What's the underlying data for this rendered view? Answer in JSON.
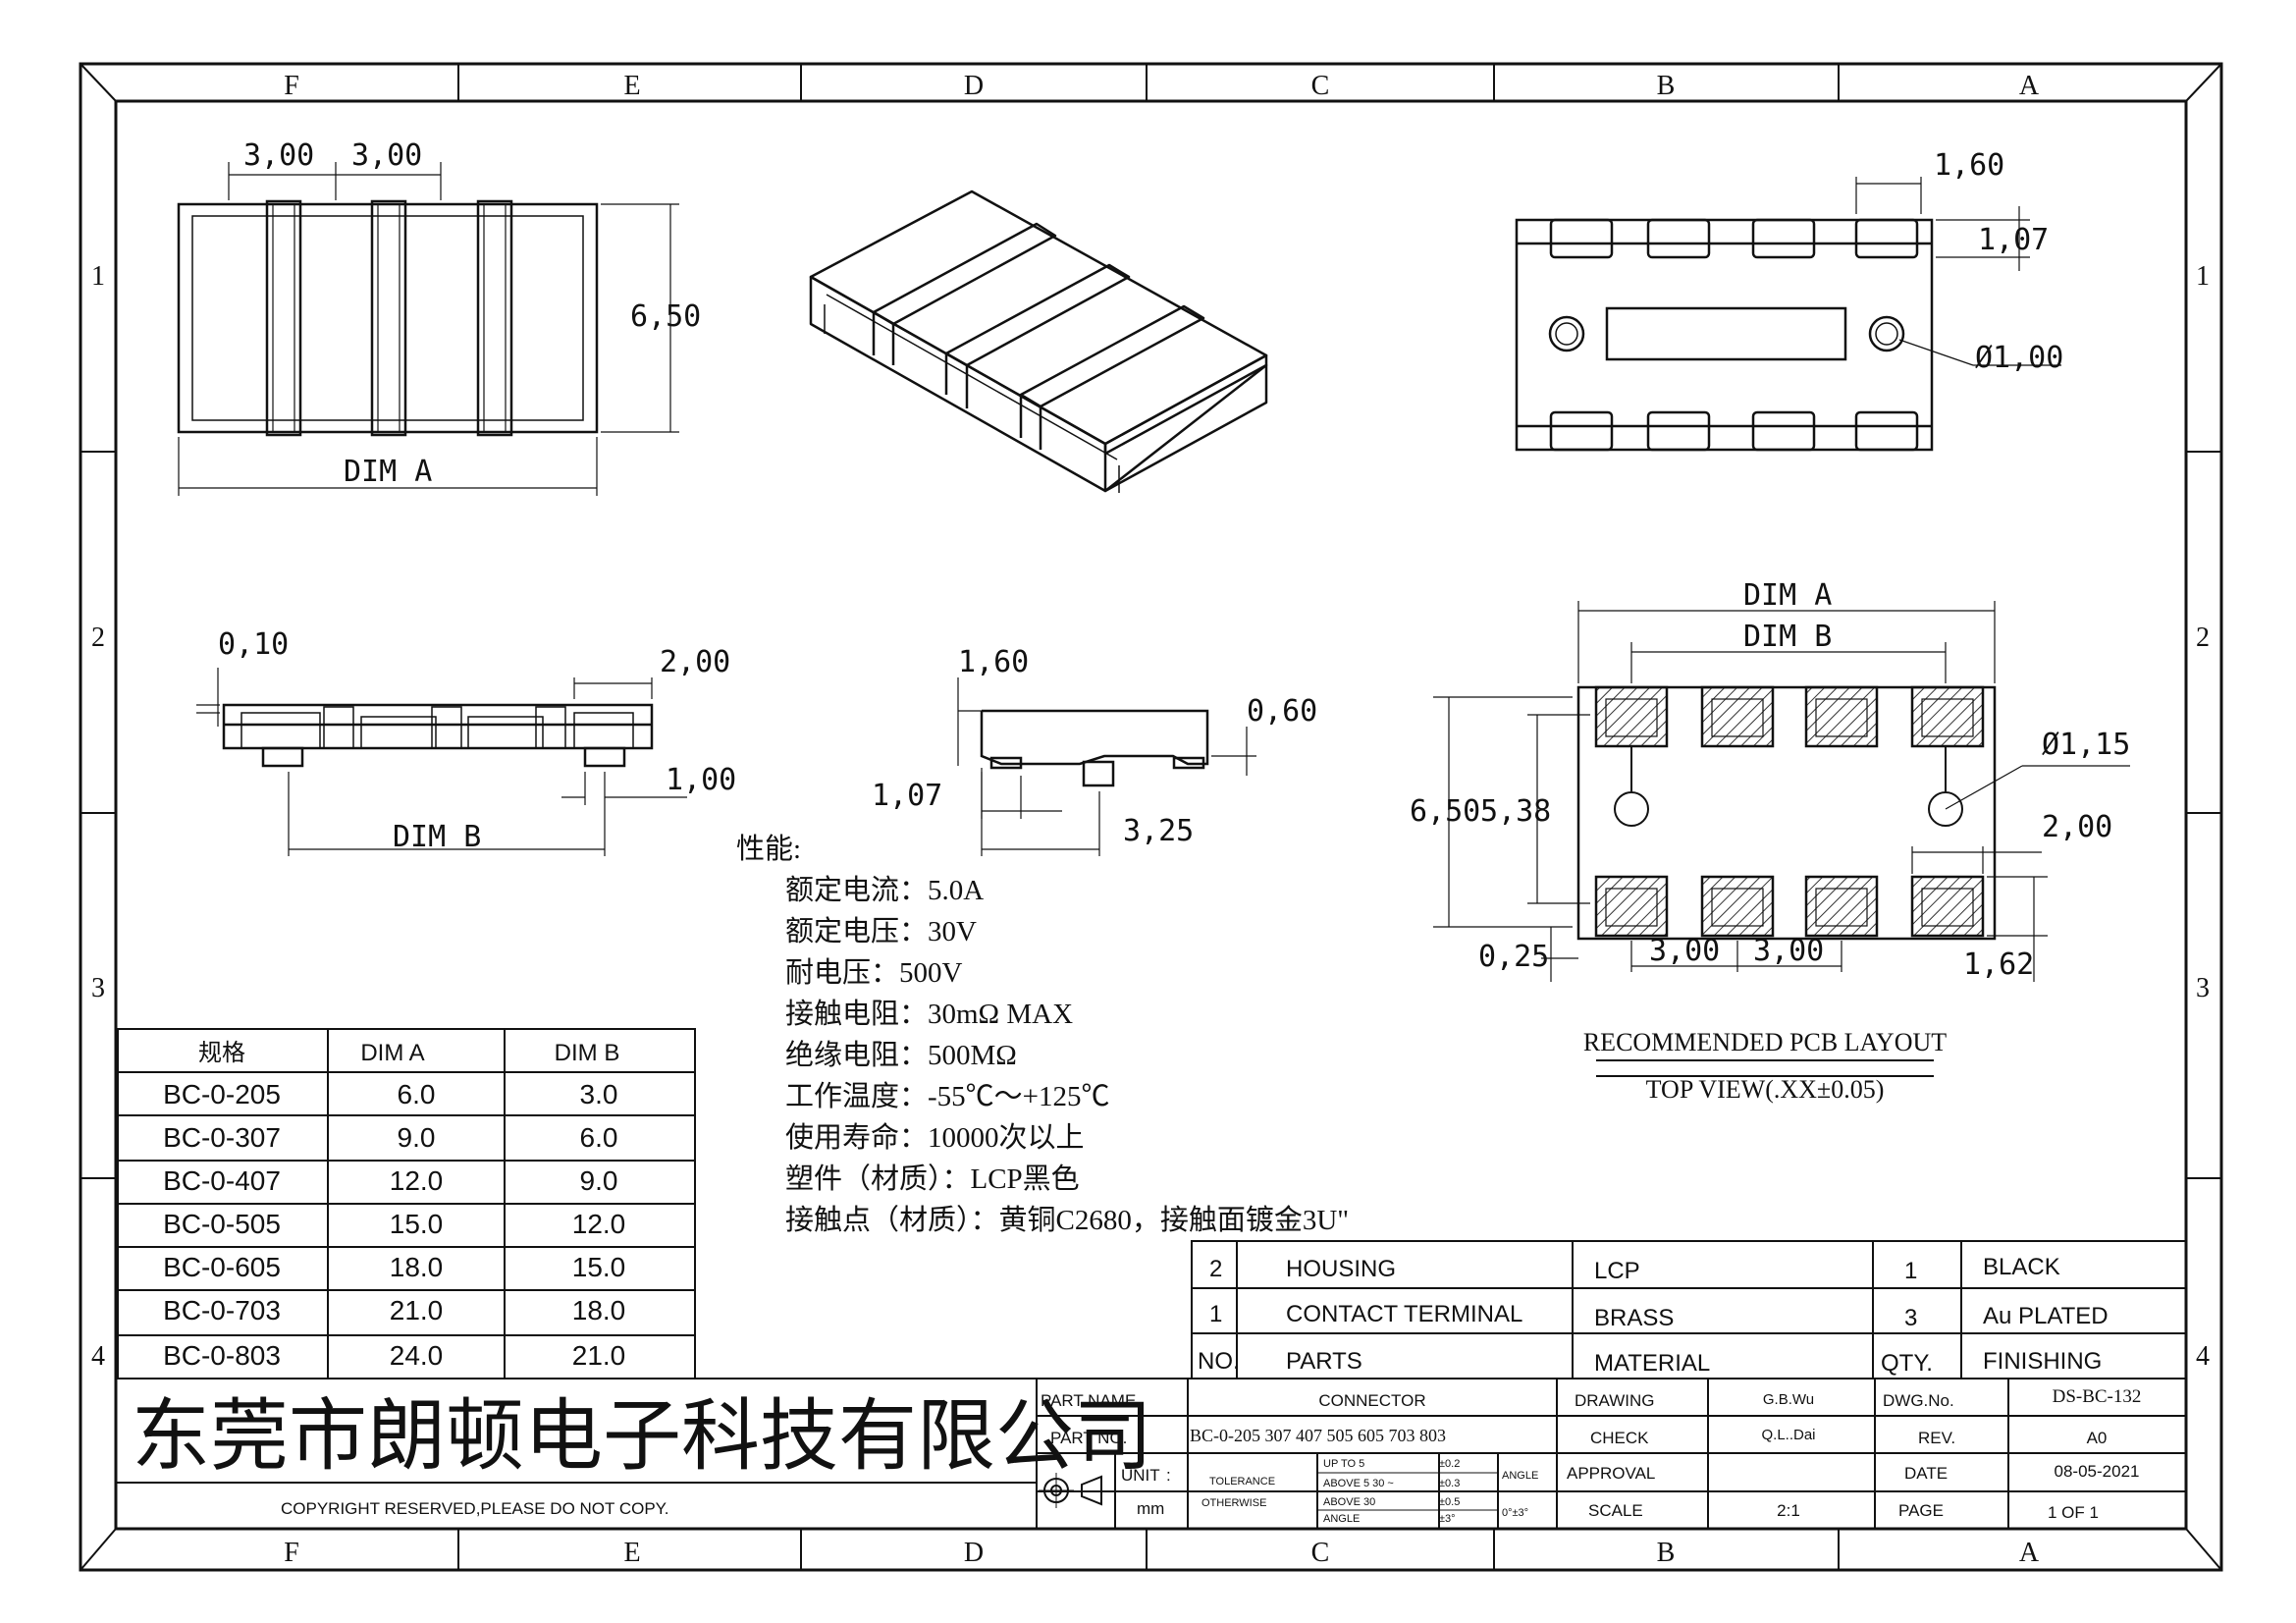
{
  "zones": {
    "columns": [
      "F",
      "E",
      "D",
      "C",
      "B",
      "A"
    ],
    "rows": [
      "1",
      "2",
      "3",
      "4"
    ]
  },
  "dims": {
    "d_3_00_a": "3,00",
    "d_3_00_b": "3,00",
    "d_6_50": "6,50",
    "dim_a": "DIM A",
    "d_1_60_top": "1,60",
    "d_1_07_top": "1,07",
    "d_dia_1_00": "Ø1,00",
    "d_0_10": "0,10",
    "d_2_00_side": "2,00",
    "d_1_00": "1,00",
    "dim_b": "DIM B",
    "d_1_60_end": "1,60",
    "d_0_60": "0,60",
    "d_1_07_end": "1,07",
    "d_3_25": "3,25",
    "pcb_dim_a": "DIM A",
    "pcb_dim_b": "DIM B",
    "pcb_6_50": "6,50",
    "pcb_5_38": "5,38",
    "pcb_dia_1_15": "Ø1,15",
    "pcb_2_00": "2,00",
    "pcb_0_25": "0,25",
    "pcb_3_00_a": "3,00",
    "pcb_3_00_b": "3,00",
    "pcb_1_62": "1,62"
  },
  "pcb_layout": {
    "title": "RECOMMENDED PCB LAYOUT",
    "subtitle": "TOP VIEW(.XX±0.05)"
  },
  "specs": {
    "title": "性能:",
    "lines": [
      "额定电流：5.0A",
      "额定电压：30V",
      "耐电压：500V",
      "接触电阻：30mΩ  MAX",
      "绝缘电阻：500MΩ",
      "工作温度：-55℃～+125℃",
      "使用寿命：10000次以上",
      "塑件（材质）：LCP黑色",
      "接触点（材质）：黄铜C2680，接触面镀金3U\""
    ]
  },
  "spec_table": {
    "headers": [
      "规格",
      "DIM  A",
      "DIM  B"
    ],
    "rows": [
      [
        "BC-0-205",
        "6.0",
        "3.0"
      ],
      [
        "BC-0-307",
        "9.0",
        "6.0"
      ],
      [
        "BC-0-407",
        "12.0",
        "9.0"
      ],
      [
        "BC-0-505",
        "15.0",
        "12.0"
      ],
      [
        "BC-0-605",
        "18.0",
        "15.0"
      ],
      [
        "BC-0-703",
        "21.0",
        "18.0"
      ],
      [
        "BC-0-803",
        "24.0",
        "21.0"
      ]
    ]
  },
  "bom": {
    "rows": [
      [
        "2",
        "HOUSING",
        "LCP",
        "1",
        "BLACK"
      ],
      [
        "1",
        "CONTACT TERMINAL",
        "BRASS",
        "3",
        "Au PLATED"
      ]
    ],
    "header": [
      "NO.",
      "PARTS",
      "MATERIAL",
      "QTY.",
      "FINISHING"
    ]
  },
  "title_block": {
    "company": "东莞市朗顿电子科技有限公司",
    "copyright": "COPYRIGHT RESERVED,PLEASE DO NOT COPY.",
    "part_name_label": "PART NAME",
    "part_name": "CONNECTOR",
    "part_no_label": "PART NO.",
    "part_no": "BC-0-205 307 407 505 605 703 803",
    "unit_label": "UNIT",
    "unit_colon": ":",
    "unit": "mm",
    "tolerance_label": "TOLERANCE",
    "otherwise_label": "OTHERWISE",
    "tol_1_label": "UP TO 5",
    "tol_1_value": "±0.2",
    "tol_2_label": "ABOVE 5  30 ~",
    "tol_2_value": "±0.3",
    "tol_3_label": "ABOVE 30",
    "tol_3_value": "±0.5",
    "tol_4_label": "ANGLE",
    "tol_4_value": "±3°",
    "angle_label": "ANGLE",
    "angle_value": "0°±3°",
    "drawing_label": "DRAWING",
    "drawing_by": "G.B.Wu",
    "check_label": "CHECK",
    "check_by": "Q.L..Dai",
    "approval_label": "APPROVAL",
    "approval_by": "",
    "scale_label": "SCALE",
    "scale": "2:1",
    "dwg_no_label": "DWG.No.",
    "dwg_no": "DS-BC-132",
    "rev_label": "REV.",
    "rev": "A0",
    "date_label": "DATE",
    "date": "08-05-2021",
    "page_label": "PAGE",
    "page": "1 OF 1"
  }
}
